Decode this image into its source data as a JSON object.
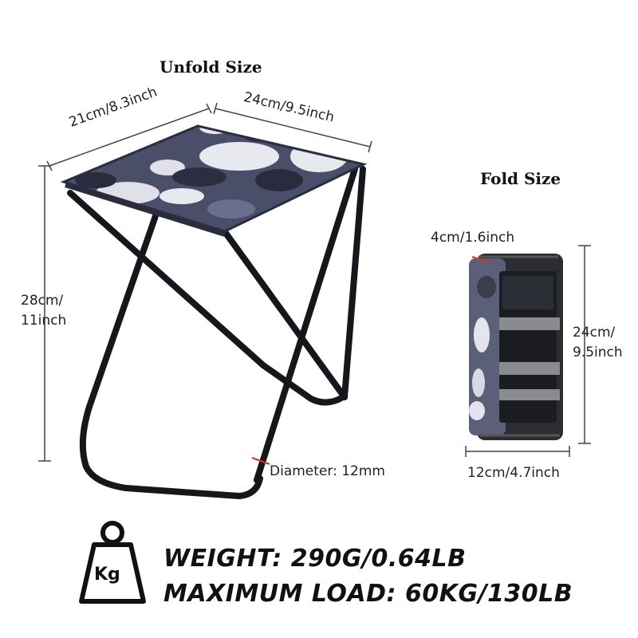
{
  "unfold_title": "Unfold Size",
  "fold_title": "Fold Size",
  "unfold": {
    "depth": "21cm/8.3inch",
    "width": "24cm/9.5inch",
    "height_line1": "28cm/",
    "height_line2": "11inch",
    "diameter": "Diameter: 12mm"
  },
  "fold": {
    "thickness": "4cm/1.6inch",
    "height_line1": "24cm/",
    "height_line2": "9.5inch",
    "width": "12cm/4.7inch"
  },
  "specs": {
    "weight": "WEIGHT: 290G/0.64LB",
    "max_load": "MAXIMUM LOAD: 60KG/130LB",
    "weight_icon_label": "Kg"
  },
  "colors": {
    "frame": "#15171c",
    "camo_dark": "#3b3e55",
    "camo_mid": "#6a6f8e",
    "camo_light": "#e8e8ef"
  }
}
